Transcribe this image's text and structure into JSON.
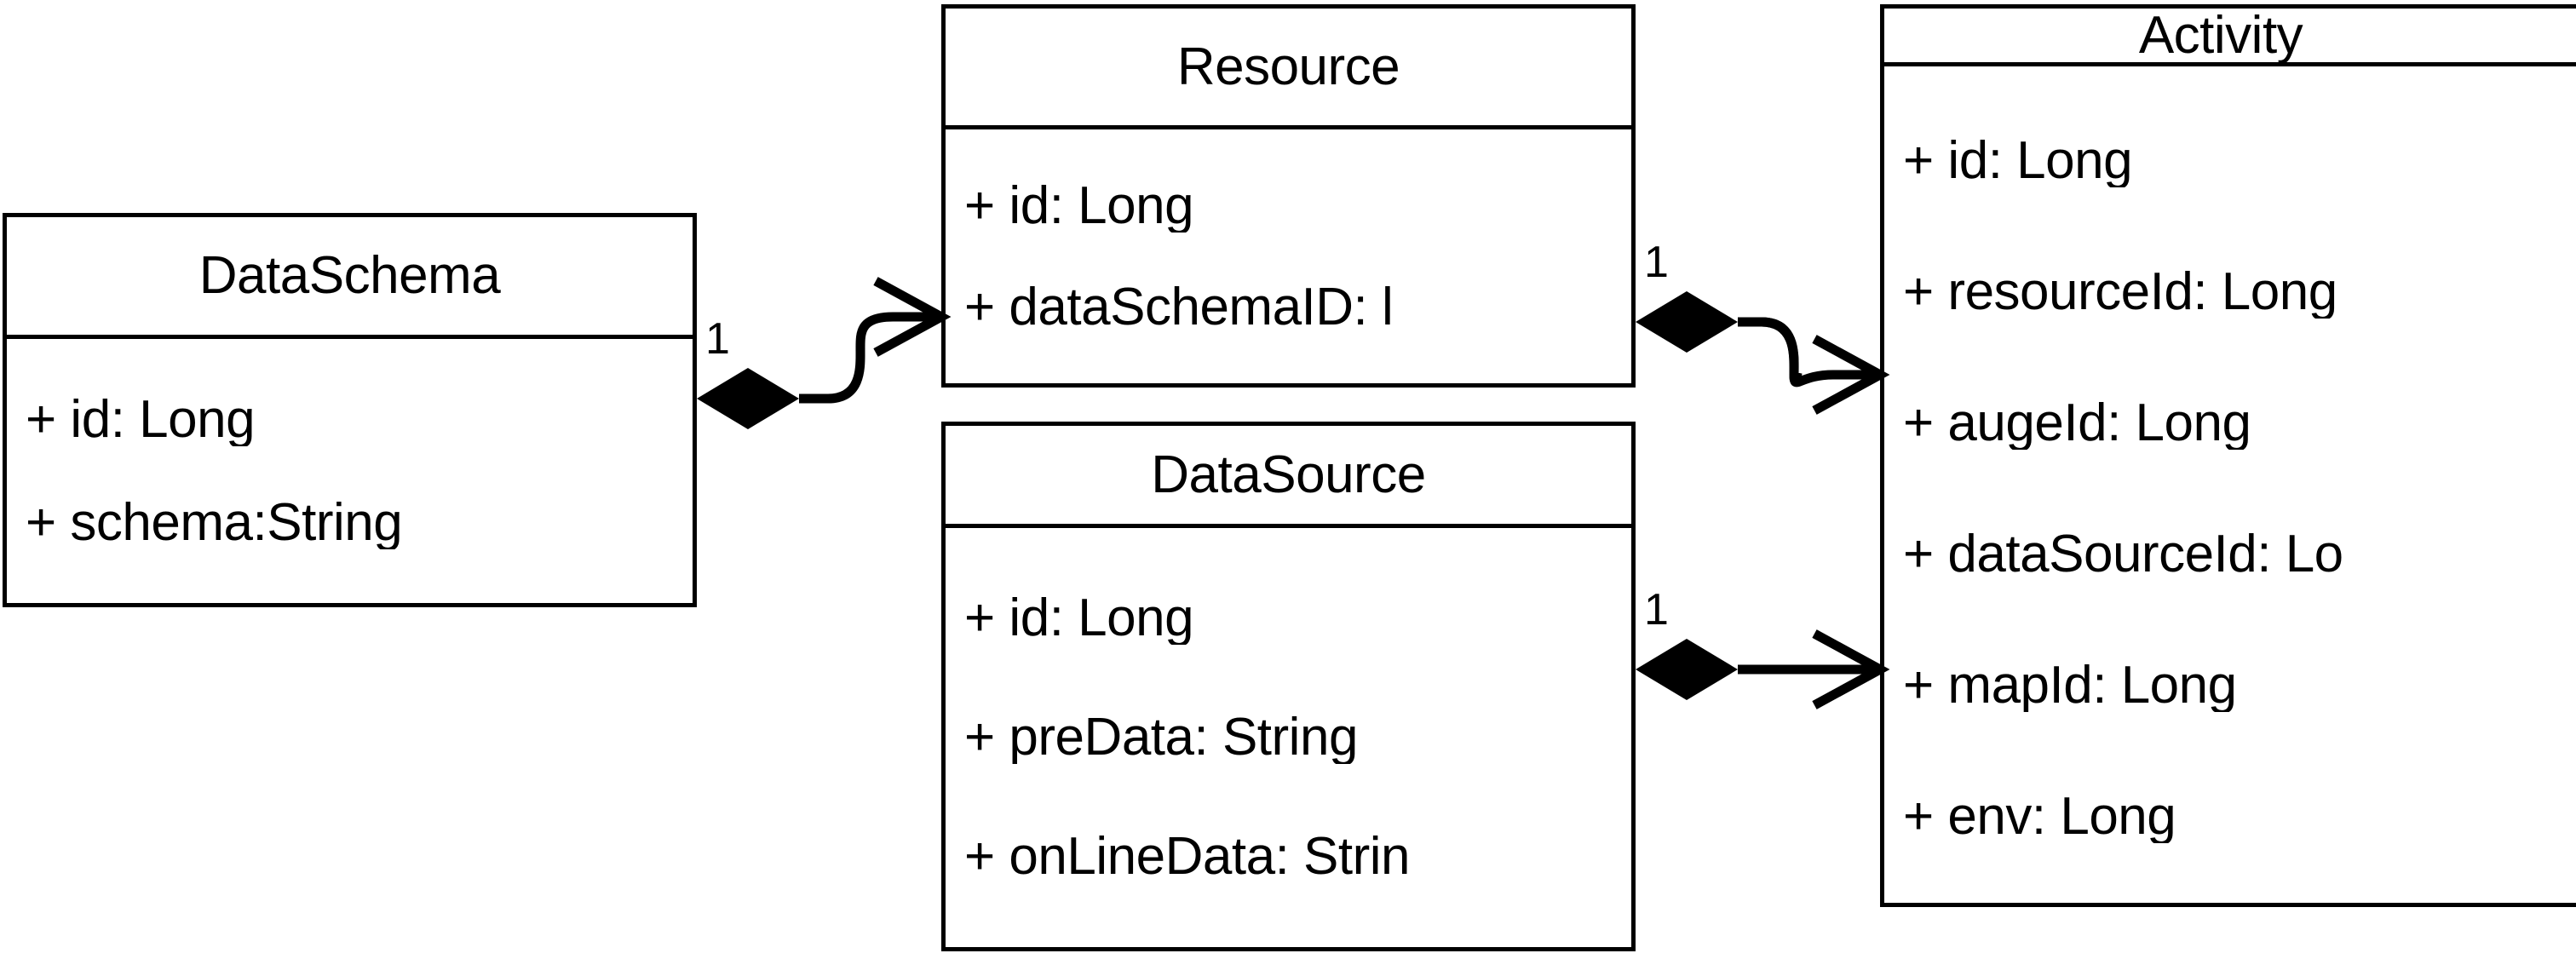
{
  "diagram": {
    "type": "uml-class-diagram",
    "background_color": "#ffffff",
    "line_color": "#000000",
    "text_color": "#000000"
  },
  "classes": [
    {
      "id": "dataschema",
      "name": "DataSchema",
      "attributes": [
        "+ id: Long",
        "+ schema:String"
      ]
    },
    {
      "id": "resource",
      "name": "Resource",
      "attributes": [
        "+ id: Long",
        "+ dataSchemaID: l"
      ]
    },
    {
      "id": "datasource",
      "name": "DataSource",
      "attributes": [
        "+ id: Long",
        "+ preData: String",
        "+ onLineData: Strin"
      ]
    },
    {
      "id": "activity",
      "name": "Activity",
      "attributes": [
        "+ id: Long",
        "+ resourceId: Long",
        "+ augeId: Long",
        "+ dataSourceId: Lo",
        "+ mapId: Long",
        "+ env: Long"
      ]
    }
  ],
  "relationships": [
    {
      "id": "dataschema-to-resource",
      "from": "dataschema",
      "to": "resource",
      "kind": "composition",
      "source_multiplicity": "1",
      "source_decoration": "filled-diamond",
      "target_decoration": "open-arrow"
    },
    {
      "id": "resource-to-activity",
      "from": "resource",
      "to": "activity",
      "kind": "composition",
      "source_multiplicity": "1",
      "source_decoration": "filled-diamond",
      "target_decoration": "open-arrow"
    },
    {
      "id": "datasource-to-activity",
      "from": "datasource",
      "to": "activity",
      "kind": "composition",
      "source_multiplicity": "1",
      "source_decoration": "filled-diamond",
      "target_decoration": "open-arrow"
    }
  ]
}
